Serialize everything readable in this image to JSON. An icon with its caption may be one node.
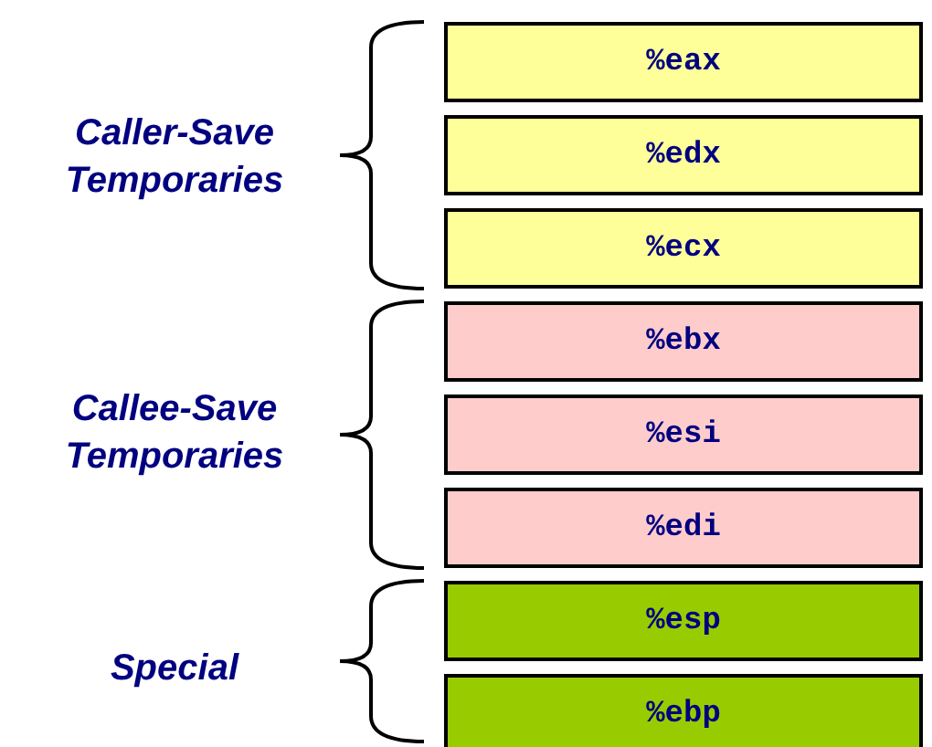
{
  "diagram": {
    "nodes": [
      {
        "text": [
          "%eax"
        ]
      },
      {
        "text": [
          "%edx"
        ]
      },
      {
        "text": [
          "%ecx"
        ]
      },
      {
        "text": [
          "%ebx"
        ]
      },
      {
        "text": [
          "%esi"
        ]
      },
      {
        "text": [
          "%edi"
        ]
      },
      {
        "text": [
          "%esp"
        ]
      },
      {
        "text": [
          "%ebp"
        ]
      }
    ],
    "labels": [
      "Caller-Save Temporaries",
      "Callee-Save Temporaries",
      "Special"
    ]
  }
}
